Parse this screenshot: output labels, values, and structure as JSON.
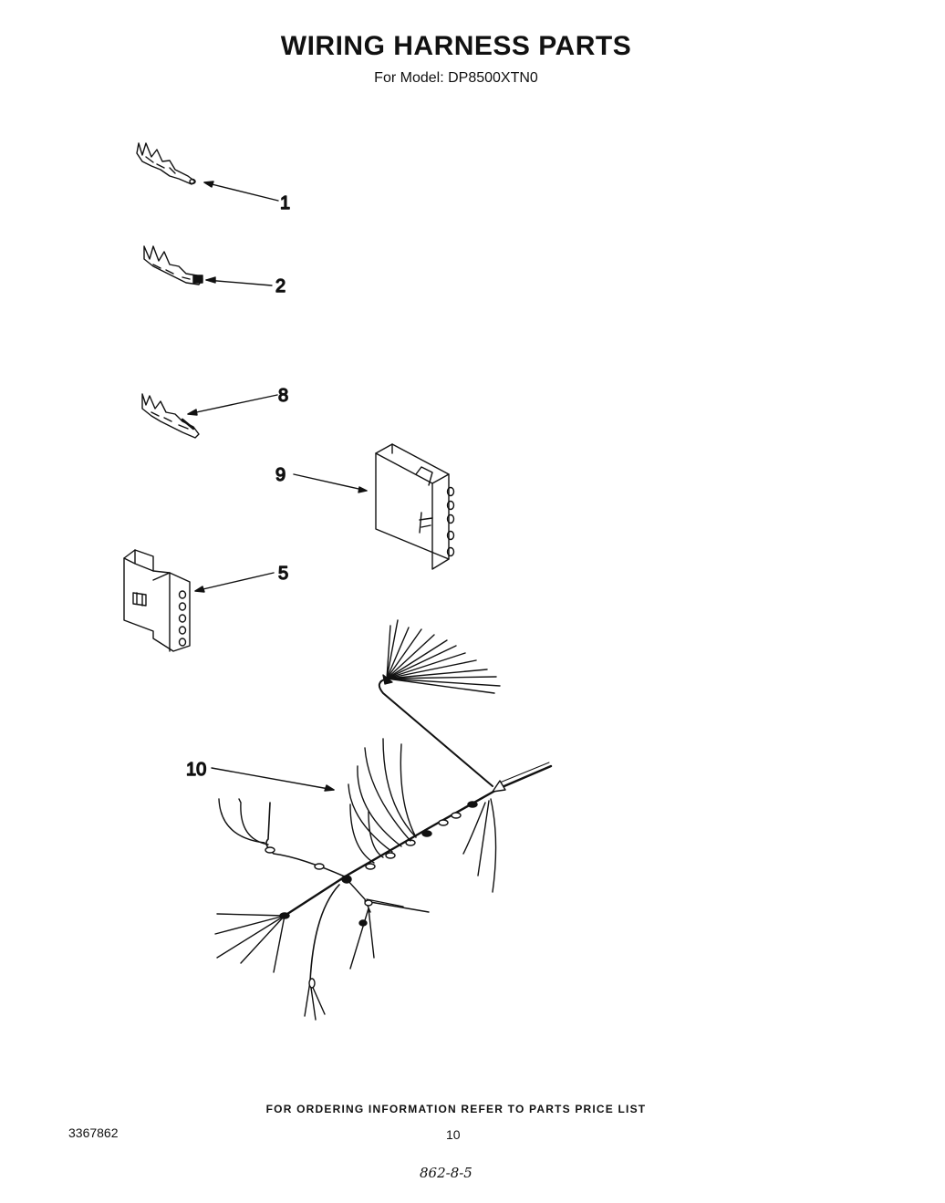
{
  "header": {
    "title": "WIRING HARNESS PARTS",
    "subtitle": "For Model: DP8500XTN0"
  },
  "callouts": [
    "1",
    "2",
    "8",
    "9",
    "5",
    "10"
  ],
  "footer": {
    "ordering_note": "FOR ORDERING INFORMATION REFER TO PARTS PRICE LIST",
    "part_number": "3367862",
    "page_number": "10",
    "handwritten": "862-8-5"
  }
}
